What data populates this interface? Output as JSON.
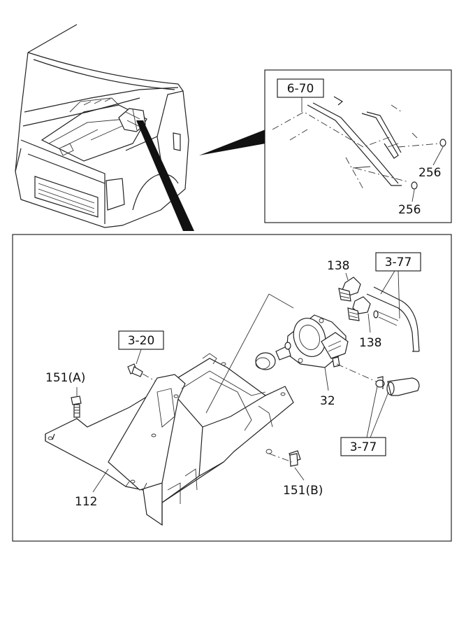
{
  "labels": {
    "ref_670": "6-70",
    "ref_377_top": "3-77",
    "ref_377_bottom": "3-77",
    "ref_320": "3-20",
    "p256_a": "256",
    "p256_b": "256",
    "p138_a": "138",
    "p138_b": "138",
    "p32": "32",
    "p151a": "151(A)",
    "p151b": "151(B)",
    "p112": "112"
  }
}
